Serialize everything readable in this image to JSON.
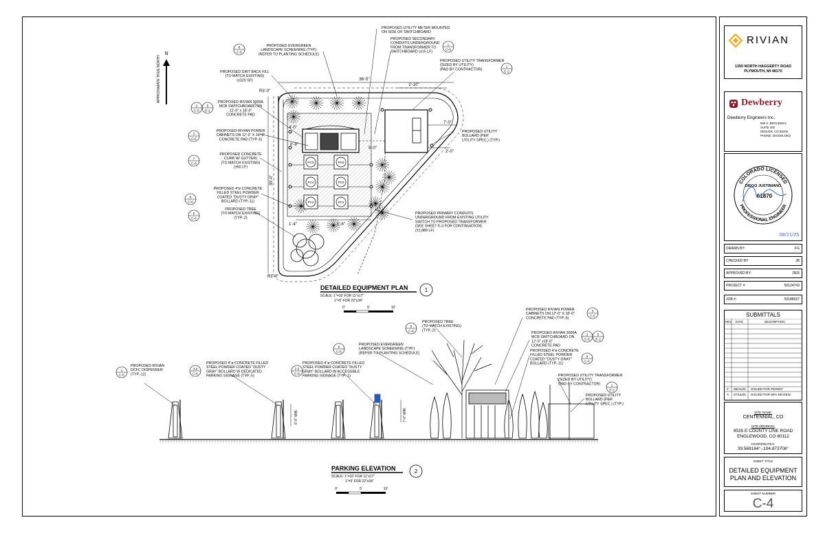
{
  "notes": {
    "meter": [
      "PROPOSED UTILITY METER MOUNTED",
      "ON SIDE OF SWITCHBOARD"
    ],
    "evergreen_top": [
      "PROPOSED EVERGREEN",
      "LANDSCAPE SCREENING (TYP.)",
      "(REFER TO PLANTING SCHEDULE)"
    ],
    "secondary": [
      "PROPOSED SECONDARY",
      "CONDUITS UNDERGROUND",
      "FROM TRANSFORMER TO",
      "SWITCHBOARD (±15 LF)"
    ],
    "transformer_top": [
      "PROPOSED UTILITY TRANSFORMER",
      "(SIZED BY UTILITY)",
      "(PAD BY CONTRACTOR)"
    ],
    "backfill": [
      "PROPOSED DIRT BACK FILL",
      "(TO MATCH EXISTING)",
      "(±320 SF)"
    ],
    "switchboard": [
      "PROPOSED RIVIAN 3000A",
      "MCB SWITCHBOARD ON",
      "12'-0\" x 18'-0\"",
      "CONCRETE PAD"
    ],
    "power_cab": [
      "PROPOSED RIVIAN POWER",
      "CABINETS ON 12'-0\" X 18'-0\"",
      "CONCRETE PAD (TYP.-6)"
    ],
    "curb": [
      "PROPOSED CONCRETE",
      "CURB W/ GUTTER)",
      "(TO MATCH EXISTING)",
      "(±60 LF)"
    ],
    "bollard_top": [
      "PROPOSED 4\"ø CONCRETE",
      "FILLED STEEL POWDER",
      "COATED \"DUSTY GRAY\"",
      "BOLLARD (TYP.-11)"
    ],
    "tree_top": [
      "PROPOSED TREE",
      "(TO MATCH EXISTING)",
      "(TYP.-2)"
    ],
    "util_bollard_top": [
      "PROPOSED UTILITY",
      "BOLLARD (PER",
      "UTILITY SPEC.) (TYP.)"
    ],
    "primary": [
      "PROPOSED PRIMARY CONDUITS",
      "UNDERGROUND FROM EXISTING UTILITY",
      "SWITCH TO PROPOSED TRANSFORMER",
      "(SEE SHEET E-3 FOR CONTINUATION)",
      "(±1,880 LF)"
    ],
    "dcfc": [
      "PROPOSED RIVIAN",
      "DCFC DISPENSER",
      "(TYP.-12)"
    ],
    "bollard_sign": [
      "PROPOSED 4\"ø CONCRETE FILLED",
      "STEEL POWDER COATED \"DUSTY",
      "GRAY\" BOLLARD W DEDICATED",
      "PARKING SIGNAGE (TYP.-5)"
    ],
    "bollard_acc": [
      "PROPOSED 4\"ø CONCRETE FILLED",
      "STEEL POWDER COATED \"DUSTY",
      "GRAY\" BOLLARD W ACCESSIBLE",
      "PARKING SIGNAGE (TYP.-1)"
    ],
    "evergreen_el": [
      "PROPOSED EVERGREEN",
      "LANDSCAPE SCREENING (TYP.)",
      "(REFER TO PLANTING SCHEDULE)"
    ],
    "tree_el": [
      "PROPOSED TREE",
      "(TO MATCH EXISTING)",
      "(TYP.-2)"
    ],
    "power_cab_el": [
      "PROPOSED RIVIAN POWER",
      "CABINETS ON 12'-0\" X 18'-0\"",
      "CONCRETE PAD (TYP.-6)"
    ],
    "switchboard_el": [
      "PROPOSED RIVIAN 3000A",
      "MCB SWITCHBOARD ON",
      "12'-0\" x18'-0\"",
      "CONCRETE PAD"
    ],
    "bollard_el": [
      "PROPOSED 4\"ø CONCRETE",
      "FILLED STEEL POWDER",
      "COATED \"DUSTY GRAY\"",
      "BOLLARD (TYP.-11)"
    ],
    "transformer_el": [
      "PROPOSED UTILITY TRANSFORMER",
      "(SIZED BY UTILITY)",
      "(PAD BY CONTRACTOR)"
    ],
    "util_bollard_el": [
      "PROPOSED UTILITY",
      "BOLLARD (PER",
      "UTILITY SPEC.) (TYP.)"
    ]
  },
  "refs": {
    "evergreen_top": [
      "8",
      "C-6"
    ],
    "secondary": [
      "1",
      "C-6"
    ],
    "transformer_top": [
      "1",
      "E-2"
    ],
    "switchboard_a": [
      "2",
      "C-5"
    ],
    "switchboard_b": [
      "5",
      "E-2"
    ],
    "power_cab": [
      "3",
      "C-5"
    ],
    "curb": [
      "7",
      "C-6"
    ],
    "bollard_top": [
      "6",
      "C-6"
    ],
    "tree_top": [
      "8",
      "C-6"
    ],
    "dcfc": [
      "1",
      "C-5"
    ],
    "bollard_sign": [
      "3-4",
      "C-6"
    ],
    "bollard_acc": [
      "2-3",
      "C-6"
    ],
    "evergreen_el": [
      "8",
      "C-6"
    ],
    "tree_el": [
      "8",
      "C-6"
    ],
    "power_cab_el": [
      "3",
      "C-5"
    ],
    "switchboard_el_a": [
      "2",
      "C-5"
    ],
    "switchboard_el_b": [
      "5",
      "E-2"
    ],
    "bollard_el": [
      "6",
      "C-6"
    ],
    "transformer_el": [
      "1",
      "E-2"
    ]
  },
  "dims": {
    "width_top": "36'-5\"",
    "d2_10": "2'-10\"",
    "d7_0": "7'-0\"",
    "d2_0": "2'-0\"",
    "d4_0": "4'-0\"",
    "d0_9": "0'-9\"",
    "d5_0": "5'-0\"",
    "d35_0": "35'-0\"",
    "d0_9b": "0'-9\"",
    "d1_4": "1'-4\"",
    "d1_6": "1'-6\"",
    "r3_top": "R3'-0\"",
    "r3_bot": "R3'-0\"",
    "el_h1": "6'-0\" MIN.",
    "el_h2": "7'-0\" MIN."
  },
  "north": "APPROXIMATE TRUE NORTH",
  "north_letter": "N",
  "plan": {
    "title": "DETAILED EQUIPMENT PLAN",
    "number": "1",
    "scale1": "SCALE: 1\"=10' FOR 11\"x17\"",
    "scale2": "1\"=5' FOR 22\"x34\"",
    "bar": [
      "0'",
      "5'",
      "10'"
    ]
  },
  "elev": {
    "title": "PARKING ELEVATION",
    "number": "2",
    "scale1": "SCALE: 1\"=10' FOR 11\"x17\"",
    "scale2": "1\"=5' FOR 22\"x34\"",
    "bar": [
      "0'",
      "5'",
      "10'"
    ]
  },
  "pcs": [
    "PCS",
    "PC5",
    "PC4",
    "PC3",
    "PC2",
    "PC1"
  ],
  "titleblock": {
    "logo": "RIVIAN",
    "address1": "1350 NORTH HAGGERTY ROAD",
    "address2": "PLYMOUTH, MI 48170",
    "firm": "Dewberry",
    "firm_full": "Dewberry Engineers Inc.",
    "firm_addr": [
      "990 S. BROADWAY",
      "SUITE 400",
      "DENVER, CO 80209",
      "PHONE: 303.825.1802"
    ],
    "seal_text": [
      "COLORADO LICENSED",
      "DIEGO JUSTINIANO",
      "61870",
      "PROFESSIONAL ENGINEER"
    ],
    "seal_date": "08/21/25",
    "drawn_by_label": "DRAWN BY:",
    "drawn_by": "FG",
    "checked_by_label": "CHECKED BY:",
    "checked_by": "JB",
    "approved_by_label": "APPROVED BY:",
    "approved_by": "DER",
    "project_label": "PROJECT #:",
    "project": "50124743",
    "job_label": "JOB #:",
    "job": "50188037",
    "submittals_title": "SUBMITTALS",
    "sub_headers": [
      "REV.",
      "DATE",
      "DESCRIPTION"
    ],
    "submittals": [
      {
        "rev": "0",
        "date": "08/21/25",
        "desc": "ISSUED FOR PERMIT"
      },
      {
        "rev": "A",
        "date": "07/16/25",
        "desc": "ISSUED FOR 90% REVIEW"
      }
    ],
    "site_name_label": "SITE NAME:",
    "site_name": "CENTENNIAL, CO",
    "site_addr_label": "SITE ADDRESS:",
    "site_addr1": "9535 E COUNTY LINE ROAD",
    "site_addr2": "ENGLEWOOD, CO 80112",
    "coords_label": "COORDINATES:",
    "coords": "39.569164°,-104.873708°",
    "sheet_title_label": "SHEET TITLE",
    "sheet_title1": "DETAILED EQUIPMENT",
    "sheet_title2": "PLAN AND ELEVATION",
    "sheet_number_label": "SHEET NUMBER",
    "sheet_number": "C-4"
  },
  "colors": {
    "line": "#000000",
    "hatch": "#888888",
    "accessible": "#2a5aa8",
    "seal_blue": "#4a6fc0",
    "dewberry_red": "#8b1a2b",
    "rivian_gold": "#f0a81c"
  }
}
